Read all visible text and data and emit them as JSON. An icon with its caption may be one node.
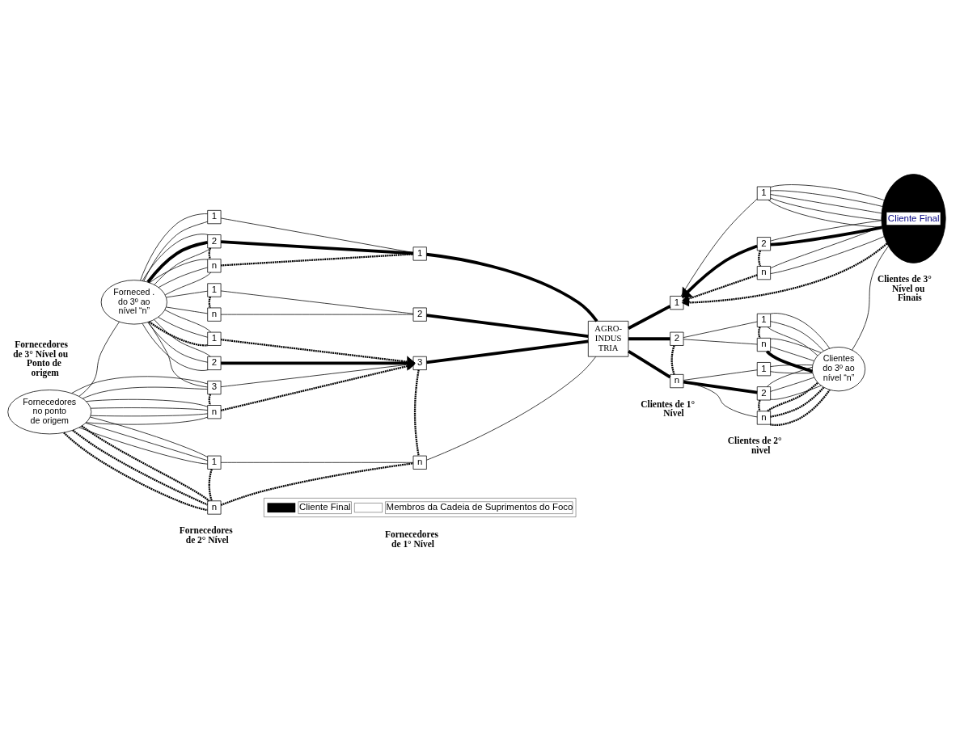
{
  "diagram": {
    "nodes": [
      {
        "text": [
          "Fornecedores no ponto de origem"
        ]
      },
      {
        "text": [
          "Forneced . do 3º ao nível “n”"
        ]
      },
      {
        "text": [
          "1"
        ]
      },
      {
        "text": [
          "2"
        ]
      },
      {
        "text": [
          "n"
        ]
      },
      {
        "text": [
          "1"
        ]
      },
      {
        "text": [
          "n"
        ]
      },
      {
        "text": [
          "1"
        ]
      },
      {
        "text": [
          "2"
        ]
      },
      {
        "text": [
          "3"
        ]
      },
      {
        "text": [
          "n"
        ]
      },
      {
        "text": [
          "1"
        ]
      },
      {
        "text": [
          "n"
        ]
      },
      {
        "text": [
          "1"
        ]
      },
      {
        "text": [
          "2"
        ]
      },
      {
        "text": [
          "3"
        ]
      },
      {
        "text": [
          "n"
        ]
      },
      {
        "text": [
          "AGRO- INDUS TRIA"
        ]
      },
      {
        "text": [
          "1"
        ]
      },
      {
        "text": [
          "2"
        ]
      },
      {
        "text": [
          "n"
        ]
      },
      {
        "text": [
          "1"
        ]
      },
      {
        "text": [
          "2"
        ]
      },
      {
        "text": [
          "n"
        ]
      },
      {
        "text": [
          "1"
        ]
      },
      {
        "text": [
          "n"
        ]
      },
      {
        "text": [
          "1"
        ]
      },
      {
        "text": [
          "2"
        ]
      },
      {
        "text": [
          "n"
        ]
      },
      {
        "text": [
          "Clientes do 3º ao nível “n”"
        ]
      },
      {
        "text": [
          "Cliente Final"
        ]
      }
    ],
    "edges": [
      {
        "from": 1,
        "to": 2,
        "arrow": "none"
      },
      {
        "from": 1,
        "to": 2,
        "arrow": "none"
      },
      {
        "from": 1,
        "to": 3,
        "arrow": "none"
      },
      {
        "from": 1,
        "to": 3,
        "arrow": "none",
        "style": "thick"
      },
      {
        "from": 1,
        "to": 3,
        "arrow": "none"
      },
      {
        "from": 1,
        "to": 4,
        "arrow": "none"
      },
      {
        "from": 1,
        "to": 4,
        "arrow": "none"
      },
      {
        "from": 1,
        "to": 4,
        "arrow": "none"
      },
      {
        "from": 0,
        "to": 1,
        "arrow": "none"
      },
      {
        "from": 1,
        "to": 5,
        "arrow": "none"
      },
      {
        "from": 1,
        "to": 6,
        "arrow": "none"
      },
      {
        "from": 1,
        "to": 7,
        "arrow": "none",
        "style": "dashed"
      },
      {
        "from": 1,
        "to": 7,
        "arrow": "none"
      },
      {
        "from": 1,
        "to": 7,
        "arrow": "none"
      },
      {
        "from": 1,
        "to": 8,
        "arrow": "none"
      },
      {
        "from": 1,
        "to": 8,
        "arrow": "none"
      },
      {
        "from": 1,
        "to": 8,
        "arrow": "none"
      },
      {
        "from": 1,
        "to": 9,
        "arrow": "none"
      },
      {
        "from": 0,
        "to": 9,
        "arrow": "none"
      },
      {
        "from": 0,
        "to": 9,
        "arrow": "none"
      },
      {
        "from": 0,
        "to": 10,
        "arrow": "none"
      },
      {
        "from": 0,
        "to": 10,
        "arrow": "none"
      },
      {
        "from": 0,
        "to": 10,
        "arrow": "none"
      },
      {
        "from": 0,
        "to": 10,
        "arrow": "none"
      },
      {
        "from": 0,
        "to": 11,
        "arrow": "none"
      },
      {
        "from": 0,
        "to": 11,
        "arrow": "none"
      },
      {
        "from": 0,
        "to": 11,
        "arrow": "none"
      },
      {
        "from": 0,
        "to": 12,
        "arrow": "none",
        "style": "dashed"
      },
      {
        "from": 0,
        "to": 12,
        "arrow": "none",
        "style": "dashed"
      },
      {
        "from": 0,
        "to": 12,
        "arrow": "none",
        "style": "dashed"
      },
      {
        "from": 2,
        "to": 13,
        "arrow": "none"
      },
      {
        "from": 3,
        "to": 13,
        "arrow": "none",
        "style": "thick"
      },
      {
        "from": 4,
        "to": 13,
        "arrow": "none",
        "style": "dashed"
      },
      {
        "from": 5,
        "to": 14,
        "arrow": "none"
      },
      {
        "from": 6,
        "to": 14,
        "arrow": "none"
      },
      {
        "from": 7,
        "to": 15,
        "arrow": "to",
        "style": "dashed"
      },
      {
        "from": 8,
        "to": 15,
        "arrow": "to",
        "style": "thick"
      },
      {
        "from": 9,
        "to": 15,
        "arrow": "none"
      },
      {
        "from": 10,
        "to": 15,
        "arrow": "to",
        "style": "dashed"
      },
      {
        "from": 11,
        "to": 16,
        "arrow": "none"
      },
      {
        "from": 12,
        "to": 16,
        "arrow": "none",
        "style": "dashed"
      },
      {
        "from": 13,
        "to": 17,
        "arrow": "none",
        "style": "thick"
      },
      {
        "from": 14,
        "to": 17,
        "arrow": "none",
        "style": "thick"
      },
      {
        "from": 15,
        "to": 17,
        "arrow": "none",
        "style": "thick"
      },
      {
        "from": 16,
        "to": 17,
        "arrow": "none"
      },
      {
        "from": 17,
        "to": 18,
        "arrow": "none",
        "style": "thick"
      },
      {
        "from": 17,
        "to": 19,
        "arrow": "none",
        "style": "thick"
      },
      {
        "from": 17,
        "to": 20,
        "arrow": "none",
        "style": "thick"
      },
      {
        "from": 18,
        "to": 21,
        "arrow": "none"
      },
      {
        "from": 22,
        "to": 18,
        "arrow": "to",
        "style": "thick"
      },
      {
        "from": 23,
        "to": 18,
        "arrow": "to",
        "style": "dashed"
      },
      {
        "from": 30,
        "to": 18,
        "arrow": "to",
        "style": "dashed"
      },
      {
        "from": 19,
        "to": 24,
        "arrow": "none"
      },
      {
        "from": 19,
        "to": 25,
        "arrow": "none"
      },
      {
        "from": 20,
        "to": 26,
        "arrow": "none"
      },
      {
        "from": 20,
        "to": 27,
        "arrow": "none",
        "style": "thick"
      },
      {
        "from": 20,
        "to": 28,
        "arrow": "none"
      },
      {
        "from": 21,
        "to": 30,
        "arrow": "none"
      },
      {
        "from": 21,
        "to": 30,
        "arrow": "none"
      },
      {
        "from": 21,
        "to": 30,
        "arrow": "none"
      },
      {
        "from": 21,
        "to": 30,
        "arrow": "none"
      },
      {
        "from": 21,
        "to": 30,
        "arrow": "none"
      },
      {
        "from": 22,
        "to": 30,
        "arrow": "none",
        "style": "thick"
      },
      {
        "from": 22,
        "to": 30,
        "arrow": "none"
      },
      {
        "from": 23,
        "to": 30,
        "arrow": "none"
      },
      {
        "from": 23,
        "to": 30,
        "arrow": "none"
      },
      {
        "from": 24,
        "to": 29,
        "arrow": "none"
      },
      {
        "from": 24,
        "to": 29,
        "arrow": "none"
      },
      {
        "from": 24,
        "to": 29,
        "arrow": "none"
      },
      {
        "from": 25,
        "to": 29,
        "arrow": "none",
        "style": "thick"
      },
      {
        "from": 25,
        "to": 29,
        "arrow": "none"
      },
      {
        "from": 25,
        "to": 29,
        "arrow": "none"
      },
      {
        "from": 26,
        "to": 29,
        "arrow": "none"
      },
      {
        "from": 26,
        "to": 29,
        "arrow": "none"
      },
      {
        "from": 27,
        "to": 29,
        "arrow": "none"
      },
      {
        "from": 27,
        "to": 29,
        "arrow": "none"
      },
      {
        "from": 27,
        "to": 29,
        "arrow": "none"
      },
      {
        "from": 28,
        "to": 29,
        "arrow": "none",
        "style": "dashed"
      },
      {
        "from": 28,
        "to": 29,
        "arrow": "none",
        "style": "dashed"
      },
      {
        "from": 28,
        "to": 29,
        "arrow": "none",
        "style": "dashed"
      },
      {
        "from": 29,
        "to": 30,
        "arrow": "none"
      },
      {
        "from": 3,
        "to": 4,
        "arrow": "none",
        "style": "dashed"
      },
      {
        "from": 5,
        "to": 6,
        "arrow": "none",
        "style": "dashed"
      },
      {
        "from": 9,
        "to": 10,
        "arrow": "none",
        "style": "dashed"
      },
      {
        "from": 11,
        "to": 12,
        "arrow": "none",
        "style": "dashed"
      },
      {
        "from": 15,
        "to": 16,
        "arrow": "none",
        "style": "dashed"
      },
      {
        "from": 19,
        "to": 20,
        "arrow": "none",
        "style": "dashed"
      },
      {
        "from": 22,
        "to": 23,
        "arrow": "none",
        "style": "dashed"
      },
      {
        "from": 24,
        "to": 25,
        "arrow": "none",
        "style": "dashed"
      },
      {
        "from": 27,
        "to": 28,
        "arrow": "none",
        "style": "dashed"
      }
    ],
    "labels": [
      "Fornecedores de 3° Nível ou Ponto de origem",
      "Fornecedores de 2° Nível",
      "Fornecedores de 1° Nível",
      "Clientes de 1° Nível",
      "Clientes de 2° nìvel",
      "Clientes de 3° Nível ou Finais"
    ],
    "legend": [
      {
        "text": "Cliente Final",
        "color": "#000000"
      },
      {
        "text": "Membros da Cadeia de Suprimentos do Foco",
        "color": "#ffffff"
      }
    ]
  }
}
